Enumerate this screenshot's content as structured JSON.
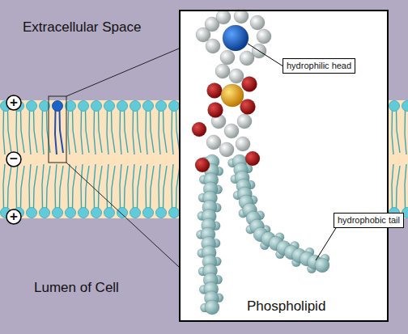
{
  "diagram": {
    "nodes": [
      {
        "text": [
          "Phospholipid"
        ]
      },
      {
        "text": [
          "hydrophilic head"
        ],
        "in": 0
      },
      {
        "text": [
          "hydrophobic tail"
        ],
        "in": 0
      },
      {
        "text": [
          "+"
        ]
      },
      {
        "text": [
          "−"
        ]
      },
      {
        "text": [
          "+"
        ]
      }
    ],
    "labels": [
      "Extracellular Space",
      "Lumen of Cell"
    ]
  }
}
